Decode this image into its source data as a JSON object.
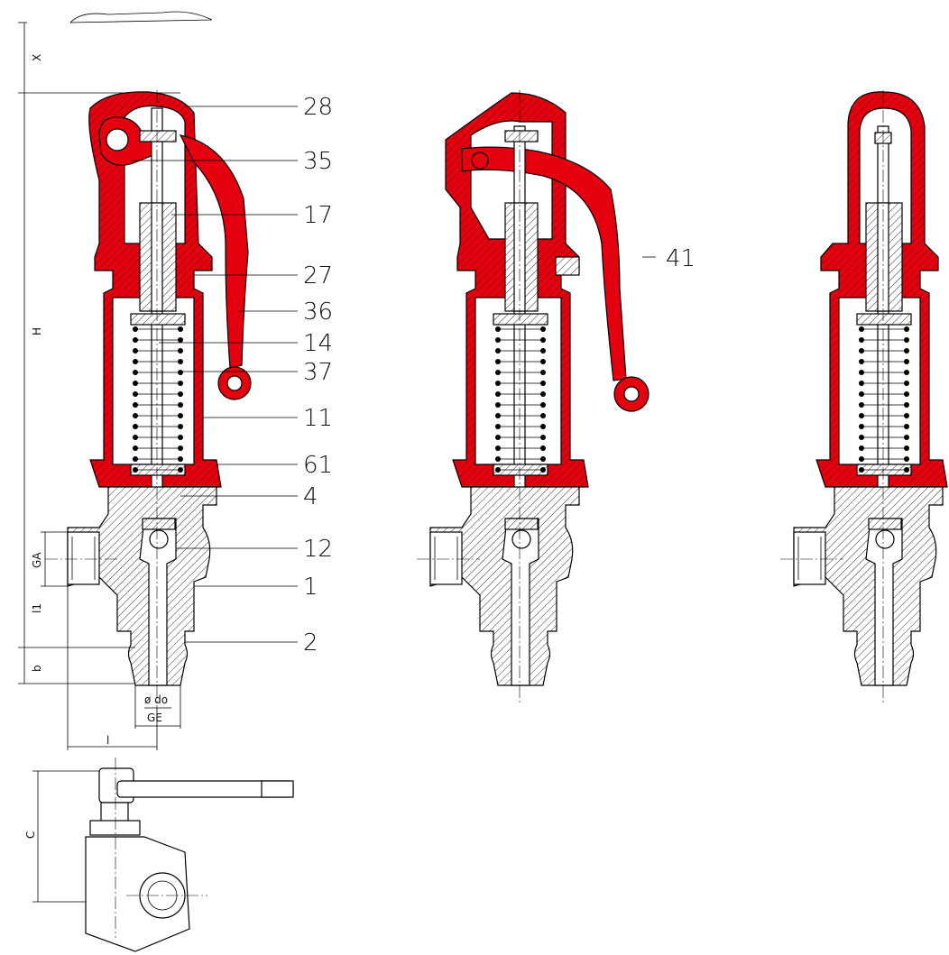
{
  "colors": {
    "accent": "#e4000f",
    "line": "#000000"
  },
  "part_labels": [
    {
      "id": "28",
      "text": "28"
    },
    {
      "id": "35",
      "text": "35"
    },
    {
      "id": "17",
      "text": "17"
    },
    {
      "id": "27",
      "text": "27"
    },
    {
      "id": "36",
      "text": "36"
    },
    {
      "id": "14",
      "text": "14"
    },
    {
      "id": "37",
      "text": "37"
    },
    {
      "id": "11",
      "text": "11"
    },
    {
      "id": "61",
      "text": "61"
    },
    {
      "id": "4",
      "text": "4"
    },
    {
      "id": "12",
      "text": "12"
    },
    {
      "id": "1",
      "text": "1"
    },
    {
      "id": "2",
      "text": "2"
    },
    {
      "id": "41",
      "text": "41"
    }
  ],
  "dimension_labels": {
    "x": "X",
    "h": "H",
    "ga": "GA",
    "l1": "l1",
    "b": "b",
    "do": "ø do",
    "ge": "GE",
    "l": "l",
    "c": "C"
  }
}
